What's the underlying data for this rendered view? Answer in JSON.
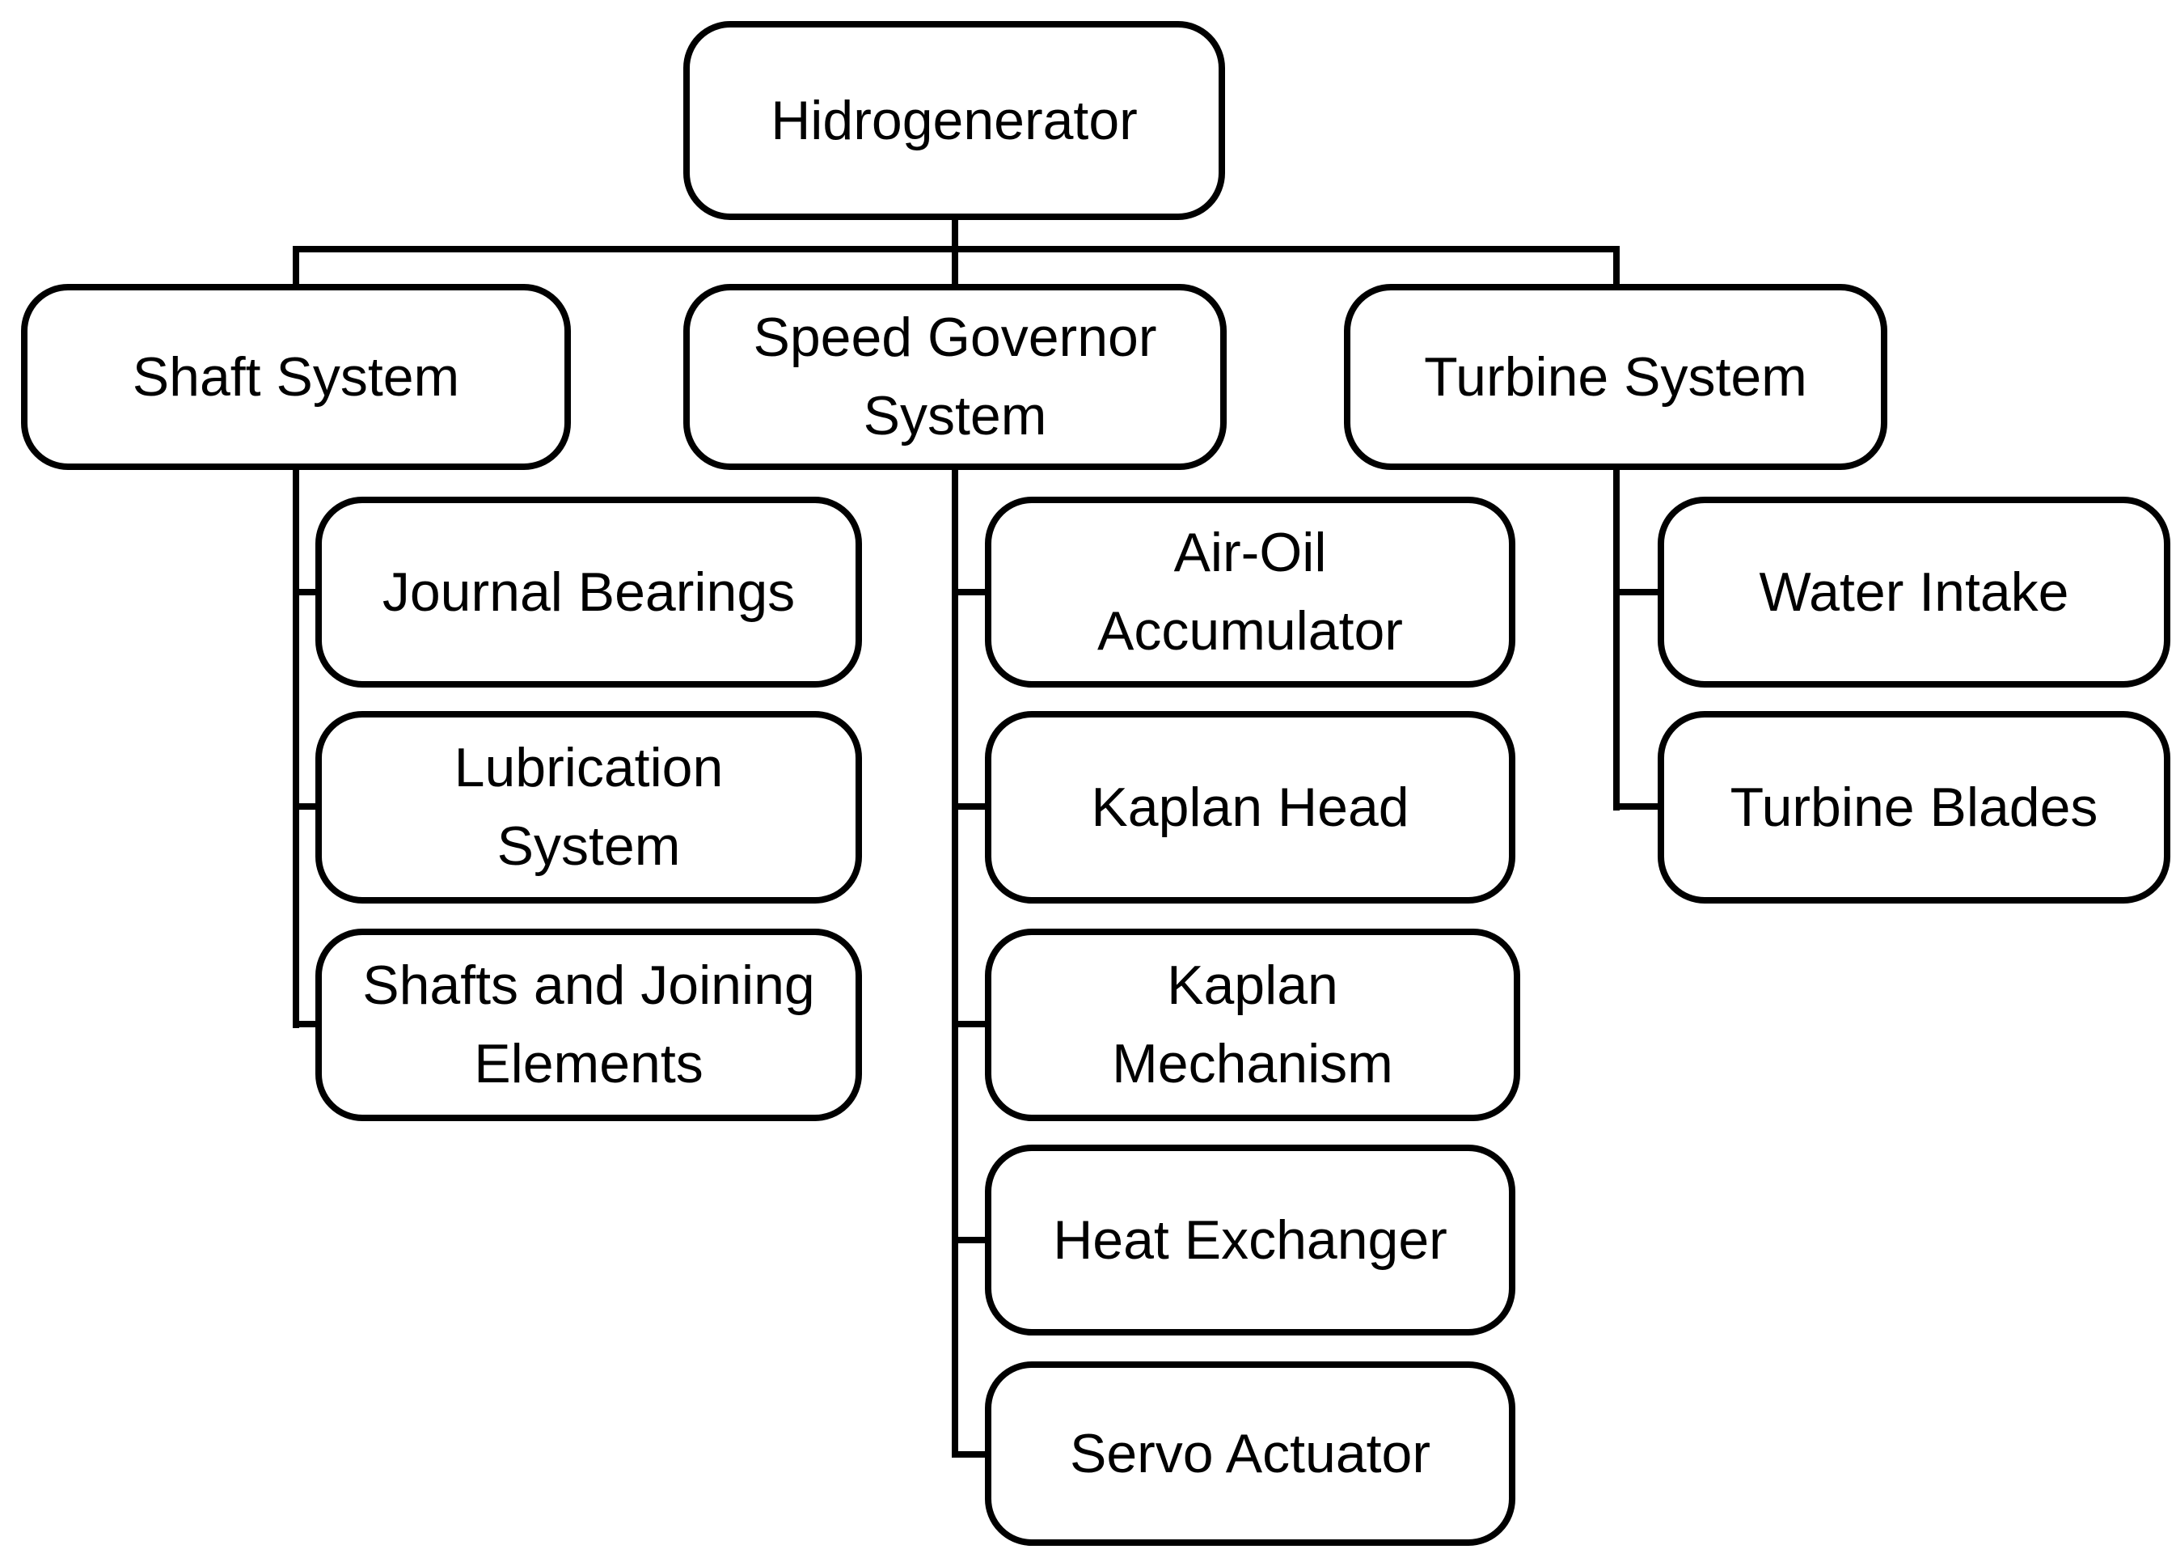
{
  "diagram": {
    "type": "tree",
    "root": {
      "label": "Hidrogenerator"
    },
    "branches": [
      {
        "label": "Shaft System",
        "children": [
          {
            "label": "Journal Bearings"
          },
          {
            "label": "Lubrication System"
          },
          {
            "label": "Shafts and Joining Elements"
          }
        ]
      },
      {
        "label": "Speed Governor System",
        "children": [
          {
            "label": "Air-Oil Accumulator"
          },
          {
            "label": "Kaplan Head"
          },
          {
            "label": "Kaplan Mechanism"
          },
          {
            "label": "Heat Exchanger"
          },
          {
            "label": "Servo Actuator"
          }
        ]
      },
      {
        "label": "Turbine System",
        "children": [
          {
            "label": "Water Intake"
          },
          {
            "label": "Turbine Blades"
          }
        ]
      }
    ],
    "colors": {
      "background": "#ffffff",
      "box_fill": "#ffffff",
      "box_border": "#000000",
      "connector": "#000000",
      "text": "#000000"
    }
  }
}
